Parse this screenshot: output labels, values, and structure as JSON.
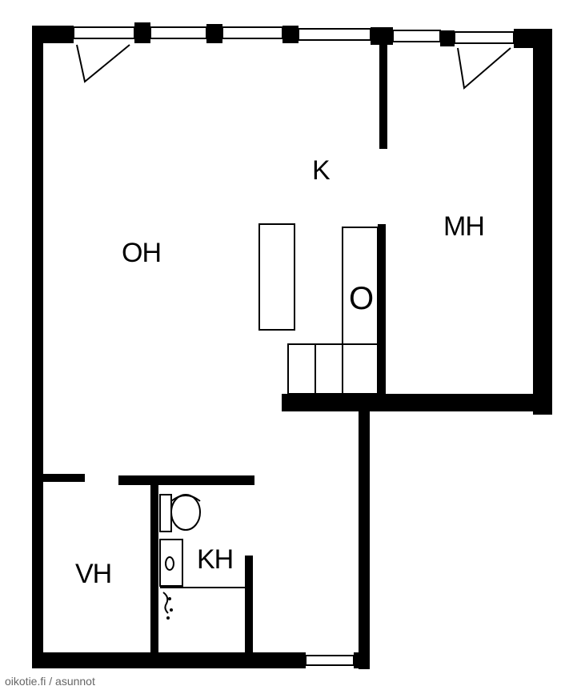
{
  "rooms": {
    "living_room": "OH",
    "kitchen": "K",
    "bedroom": "MH",
    "wardrobe": "VH",
    "bathroom": "KH",
    "oven": "O"
  },
  "watermark": "oikotie.fi / asunnot",
  "colors": {
    "wall": "#000000",
    "background": "#ffffff",
    "watermark": "#666666"
  }
}
